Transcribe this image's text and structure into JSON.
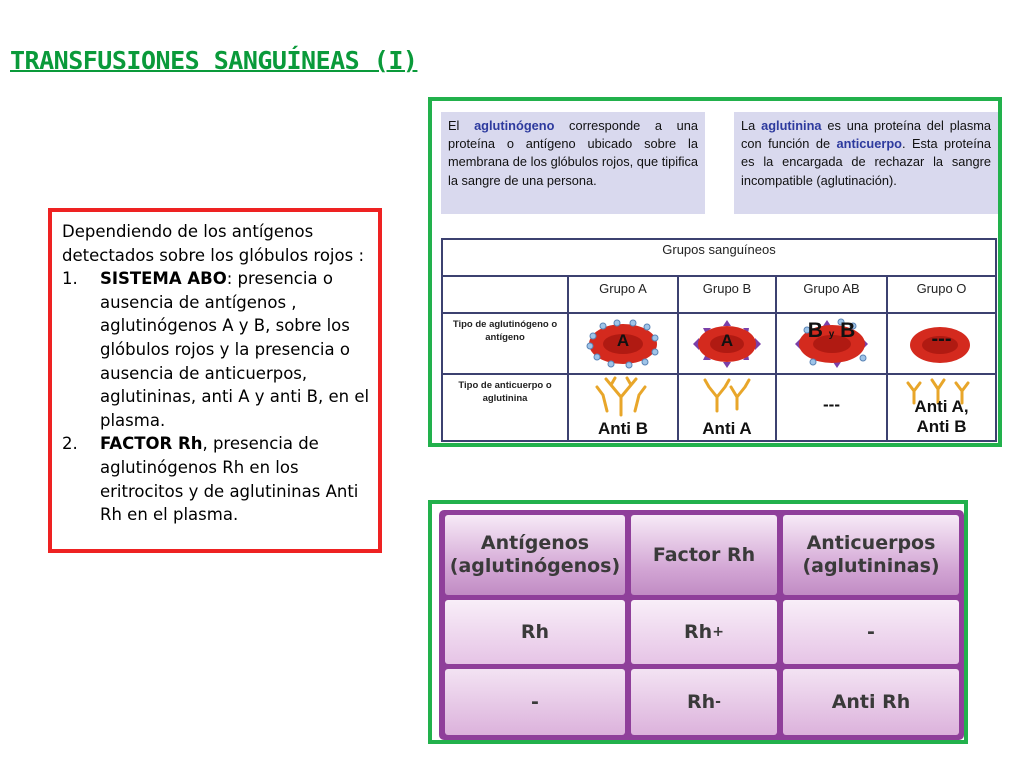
{
  "title": "TRANSFUSIONES SANGUÍNEAS (I)",
  "left_box": {
    "intro": "Dependiendo de los antígenos detectados sobre los glóbulos rojos :",
    "items": [
      {
        "num": "1.",
        "bold": "SISTEMA ABO",
        "text": ": presencia o ausencia de antígenos , aglutinógenos A y B, sobre los glóbulos rojos  y la presencia o ausencia de anticuerpos, aglutininas, anti A y anti B, en el plasma."
      },
      {
        "num": "2.",
        "bold": "FACTOR Rh",
        "text": ", presencia de aglutinógenos Rh en los eritrocitos y de aglutininas Anti Rh en el plasma."
      }
    ]
  },
  "note_agglutinogen": {
    "before": "El ",
    "keyword": "aglutinógeno",
    "after": " corresponde a una proteína  o antígeno ubicado sobre la membrana de los glóbulos rojos, que tipifica la sangre de una persona."
  },
  "note_agglutinin": {
    "before": "La ",
    "keyword": "aglutinina",
    "middle": " es una proteína del plasma con función de ",
    "keyword2": "anticuerpo",
    "after": ". Esta proteína es la encargada de rechazar la sangre incompatible (aglutinación)."
  },
  "blood_groups_table": {
    "header": "Grupos sanguíneos",
    "columns": [
      "Grupo A",
      "Grupo B",
      "Grupo AB",
      "Grupo O"
    ],
    "row_antigen_label": "Tipo de aglutinógeno o antígeno",
    "row_antibody_label": "Tipo de anticuerpo o aglutinina",
    "antigen_labels": [
      "A",
      "B",
      "A",
      "y",
      "B",
      "---"
    ],
    "antibody_labels": [
      "Anti B",
      "Anti A",
      "---",
      "Anti A,",
      "Anti B"
    ]
  },
  "rh_table": {
    "headers": [
      "Antígenos (aglutinógenos)",
      "Factor Rh",
      "Anticuerpos (aglutininas)"
    ],
    "rows": [
      {
        "antigen": "Rh",
        "factor_base": "Rh",
        "factor_sign": "+",
        "antibody": "-"
      },
      {
        "antigen": "-",
        "factor_base": "Rh",
        "factor_sign": "-",
        "antibody": "Anti Rh"
      }
    ]
  },
  "colors": {
    "title": "#0a9a3a",
    "red_border": "#ee2222",
    "green_border": "#22b14c",
    "note_bg": "#d9d9ee",
    "keyword": "#2d3a9e",
    "cell_red": "#d42a1e",
    "rh_purple": "#8f3f9a"
  }
}
